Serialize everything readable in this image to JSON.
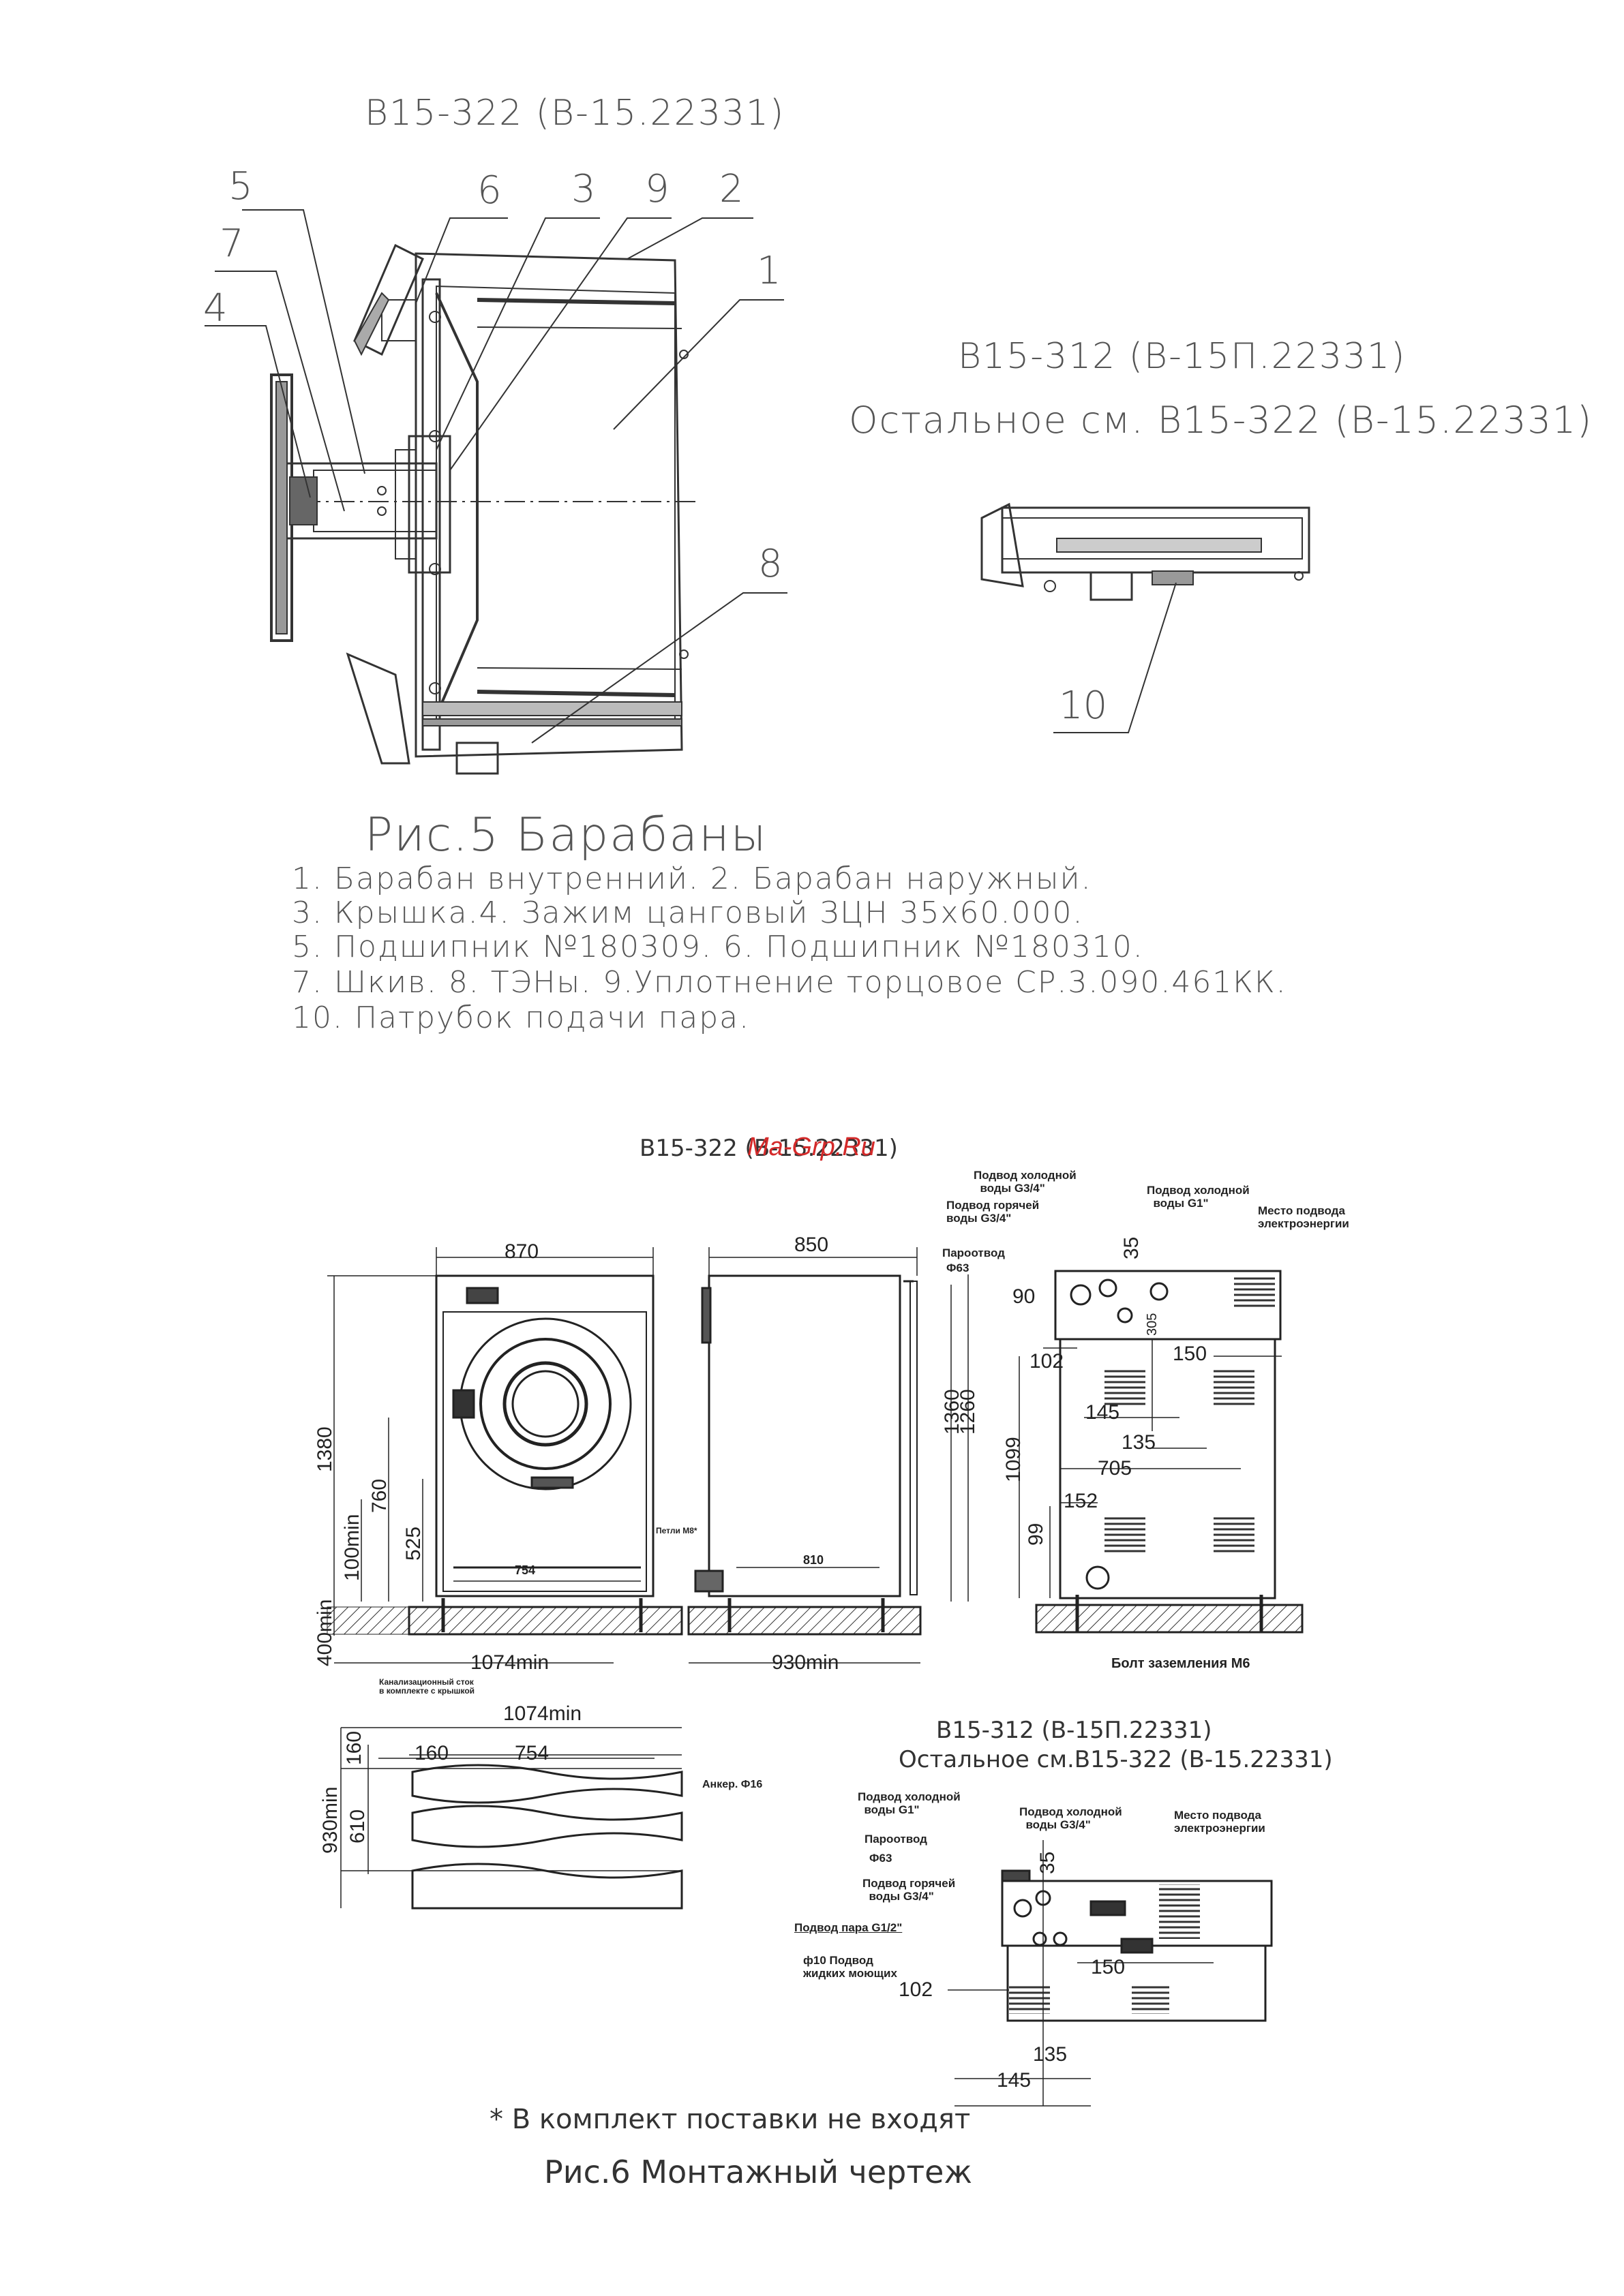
{
  "fig5": {
    "title_left": "В15-322 (В-15.22331)",
    "title_right": "В15-312 (В-15П.22331)",
    "subtitle_right": "Остальное см. В15-322 (В-15.22331)",
    "callouts": [
      "5",
      "7",
      "4",
      "6",
      "3",
      "9",
      "2",
      "1",
      "8",
      "10"
    ],
    "caption": "Рис.5   Барабаны",
    "legend": [
      "1. Барабан внутренний. 2. Барабан наружный.",
      "3. Крышка.4. Зажим цанговый ЗЦН 35х60.000.",
      "5. Подшипник №180309. 6. Подшипник №180310.",
      "7. Шкив. 8. ТЭНы. 9.Уплотнение торцовое СР.3.090.461КК.",
      "10. Патрубок подачи пара."
    ]
  },
  "fig6": {
    "title_top": "В15-322 (В-15.22331)",
    "watermark": "Ma-Grp.Ru",
    "title_312": "В15-312 (В-15П.22331)",
    "subtitle_312": "Остальное см.В15-322 (В-15.22331)",
    "dims": {
      "d870": "870",
      "d850": "850",
      "d1380": "1380",
      "d760": "760",
      "d525": "525",
      "d100min": "100min",
      "d400min": "400min",
      "d754": "754",
      "d1074min": "1074min",
      "d810": "810",
      "d930min": "930min",
      "d1360": "1360",
      "d1260": "1260",
      "d90": "90",
      "d35": "35",
      "d305": "305",
      "d102": "102",
      "d150": "150",
      "d145": "145",
      "d135": "135",
      "d1099": "1099",
      "d705": "705",
      "d152": "152",
      "d99": "99",
      "p1074min": "1074min",
      "p160a": "160",
      "p160b": "160",
      "p754": "754",
      "p930min": "930min",
      "p610": "610",
      "b35": "35",
      "b102": "102",
      "b150": "150",
      "b135": "135",
      "b145": "145"
    },
    "notes": {
      "cold_water_34": "Подвод холодной\n  воды G3/4\"",
      "hot_water_34": "Подвод горячей\nводы G3/4\"",
      "cold_water_1": "Подвод холодной\n  воды G1\"",
      "power_place": "Место подвода\nэлектроэнергии",
      "steam_line": "Пароотвод",
      "phi63": "Ф63",
      "bolt": "Болт заземления М6",
      "hinge": "Петли М8*",
      "drain_box": "Канализационный сток\nв комплекте с крышкой",
      "anchor": "Анкер. Ф16",
      "b_cold_1": "Подвод холодной\n  воды G1\"",
      "b_cold_34": "Подвод холодной\n  воды G3/4\"",
      "b_power": "Место подвода\nэлектроэнергии",
      "b_steam_line": "Пароотвод",
      "b_phi63": "Ф63",
      "b_hot": "Подвод горячей\n  воды G3/4\"",
      "b_steam_in": "Подвод пара G1/2\"",
      "b_liquid": "ф10 Подвод\nжидких моющих"
    },
    "note_bottom": "* В комплект поставки не входят",
    "caption": "Рис.6    Монтажный чертеж"
  }
}
